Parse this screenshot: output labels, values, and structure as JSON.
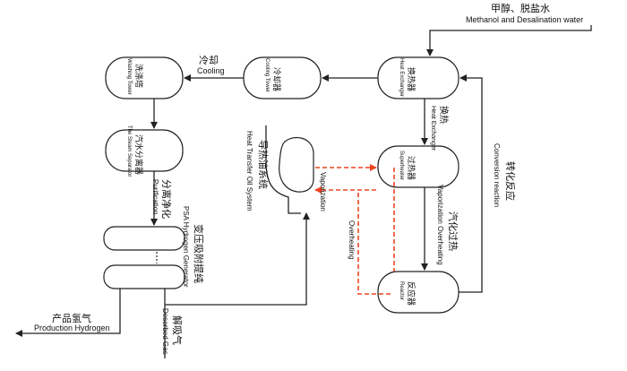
{
  "input": {
    "cn": "甲醇、脱盐水",
    "en": "Methanol and Desalination water"
  },
  "flows": {
    "cooling_cn": "冷却",
    "cooling_en": "Cooling",
    "purification_cn": "分离净化",
    "purification_en": "Purification",
    "heat_exchanger_cn": "换热",
    "heat_exchanger_en": "Heat Exchanger",
    "conversion_cn": "转化反应",
    "conversion_en": "Conversion reaction",
    "vap_overheat_cn": "汽化过热",
    "vap_overheat_en": "Vaporization Overheating",
    "vaporization_en": "Vaporization",
    "overheating_en": "Overheating",
    "production_cn": "产品氢气",
    "production_en": "Production Hydrogen",
    "desorbed_cn": "解吸气",
    "desorbed_en": "Desorbed Gas"
  },
  "units": {
    "washing": {
      "cn": "洗涤塔",
      "en": "Washing Tower"
    },
    "cooling": {
      "cn": "冷却器",
      "en": "Cooling Tower"
    },
    "heatx": {
      "cn": "换热器",
      "en": "Heat Exchanger"
    },
    "separator": {
      "cn": "汽水分离器",
      "en": "The Steam Separator"
    },
    "superheater": {
      "cn": "过热器",
      "en": "Superheater"
    },
    "reactor": {
      "cn": "反应器",
      "en": "Reactor"
    },
    "psa": {
      "cn": "变压吸附提纯",
      "en": "PSA Hydrogen Generator"
    },
    "oil": {
      "cn": "导热油系统",
      "en": "Heat Transfer Oil System"
    }
  },
  "colors": {
    "line": "#222222",
    "dashed": "#ee4422"
  }
}
